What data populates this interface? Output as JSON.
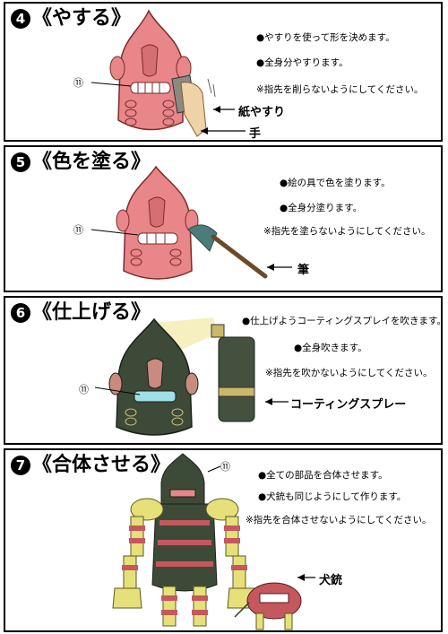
{
  "colors": {
    "pink": "#e8868a",
    "pink_dark": "#c4585e",
    "green_dark": "#3e4a38",
    "yellow": "#e6e07a",
    "skin": "#f0d2a8",
    "teal": "#4a7d7a",
    "brown": "#6b4a28"
  },
  "steps": [
    {
      "num": "4",
      "title": "《やする》",
      "notes": [
        "●やすりを使って形を決めます。",
        "●全身分やすります。",
        "※指先を削らないようにしてください。"
      ],
      "callout": "⑪",
      "labels": [
        "紙やすり",
        "手"
      ],
      "icons": [
        "robot-head-pink",
        "sandpaper",
        "hand"
      ]
    },
    {
      "num": "5",
      "title": "《色を塗る》",
      "notes": [
        "●絵の具で色を塗ります。",
        "●全身分塗ります。",
        "※指先を塗らないようにしてください。"
      ],
      "callout": "⑪",
      "labels": [
        "筆"
      ],
      "icons": [
        "robot-head-pink",
        "paintbrush"
      ]
    },
    {
      "num": "6",
      "title": "《仕上げる》",
      "notes": [
        "●仕上げようコーティングスプレイを吹きます。",
        "●全身吹きます。",
        "※指先を吹かないようにしてください。"
      ],
      "callout": "⑪",
      "labels": [
        "コーティングスプレー"
      ],
      "icons": [
        "robot-head-green",
        "spray-can"
      ]
    },
    {
      "num": "7",
      "title": "《合体させる》",
      "notes": [
        "●全ての部品を合体させます。",
        "●犬銃も同じようにして作ります。",
        "※指先を合体させないようにしてください。"
      ],
      "callout": "⑪",
      "labels": [
        "犬銃"
      ],
      "icons": [
        "robot-full",
        "robot-dog"
      ]
    }
  ]
}
